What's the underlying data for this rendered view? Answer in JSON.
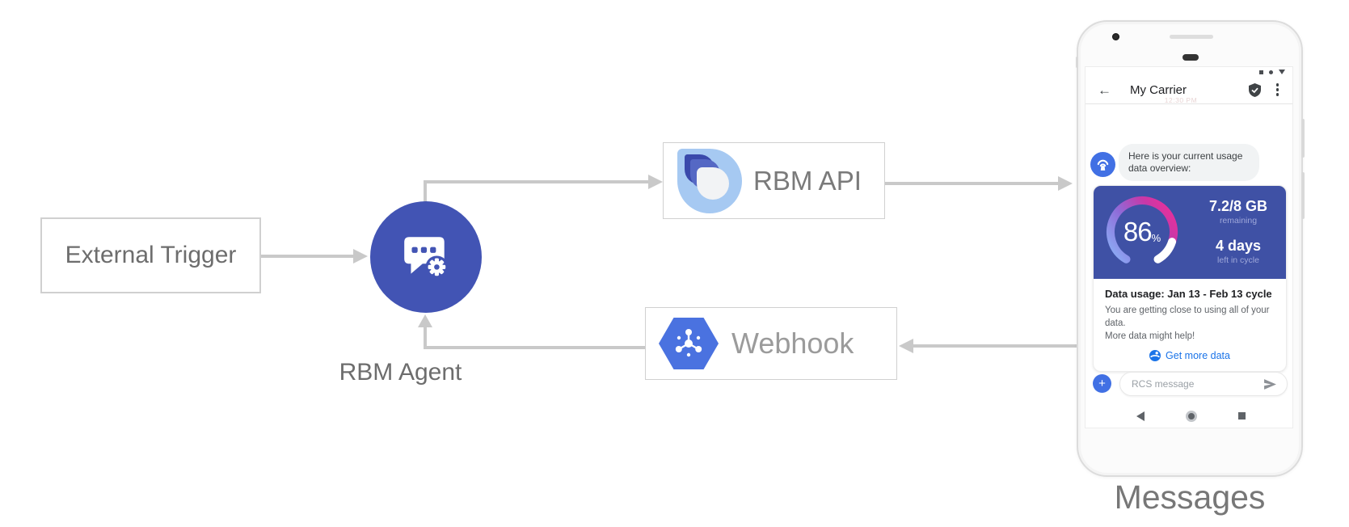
{
  "diagram": {
    "external_trigger_label": "External Trigger",
    "rbm_agent_label": "RBM Agent",
    "rbm_api_label": "RBM API",
    "webhook_label": "Webhook",
    "phone_caption": "Messages"
  },
  "phone": {
    "header": {
      "title": "My Carrier",
      "timestamp": "12:30 PM"
    },
    "chat": {
      "agent_message": "Here is your current usage data overview:"
    },
    "usage_card": {
      "gauge_percent": "86",
      "gauge_percent_unit": "%",
      "data_remaining_value": "7.2/8 GB",
      "data_remaining_label": "remaining",
      "days_left_value": "4 days",
      "days_left_label": "left in cycle",
      "title": "Data usage: Jan 13 - Feb 13 cycle",
      "body_line1": "You are getting close to using all of your data.",
      "body_line2": "More data might help!",
      "cta_label": "Get more data"
    },
    "composer": {
      "plus_label": "+",
      "placeholder": "RCS message"
    }
  },
  "colors": {
    "arrow_gray": "#c9c9c9",
    "agent_indigo": "#4254b4",
    "card_indigo": "#3f51a5",
    "gauge_blue": "#8ab4f8",
    "gauge_pink": "#e8309a",
    "link_blue": "#1a73e8",
    "avatar_blue": "#4170e4"
  }
}
